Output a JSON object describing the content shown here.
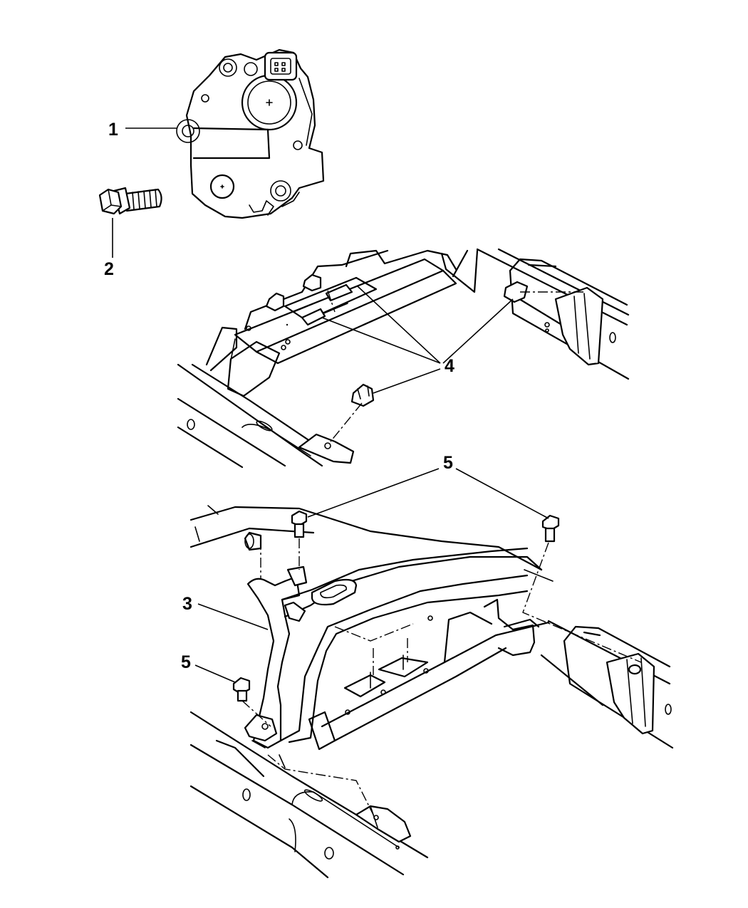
{
  "callouts": {
    "c1": "1",
    "c2": "2",
    "c3": "3",
    "c4": "4",
    "c5a": "5",
    "c5b": "5"
  },
  "colors": {
    "line": "#000000",
    "background": "#ffffff"
  }
}
